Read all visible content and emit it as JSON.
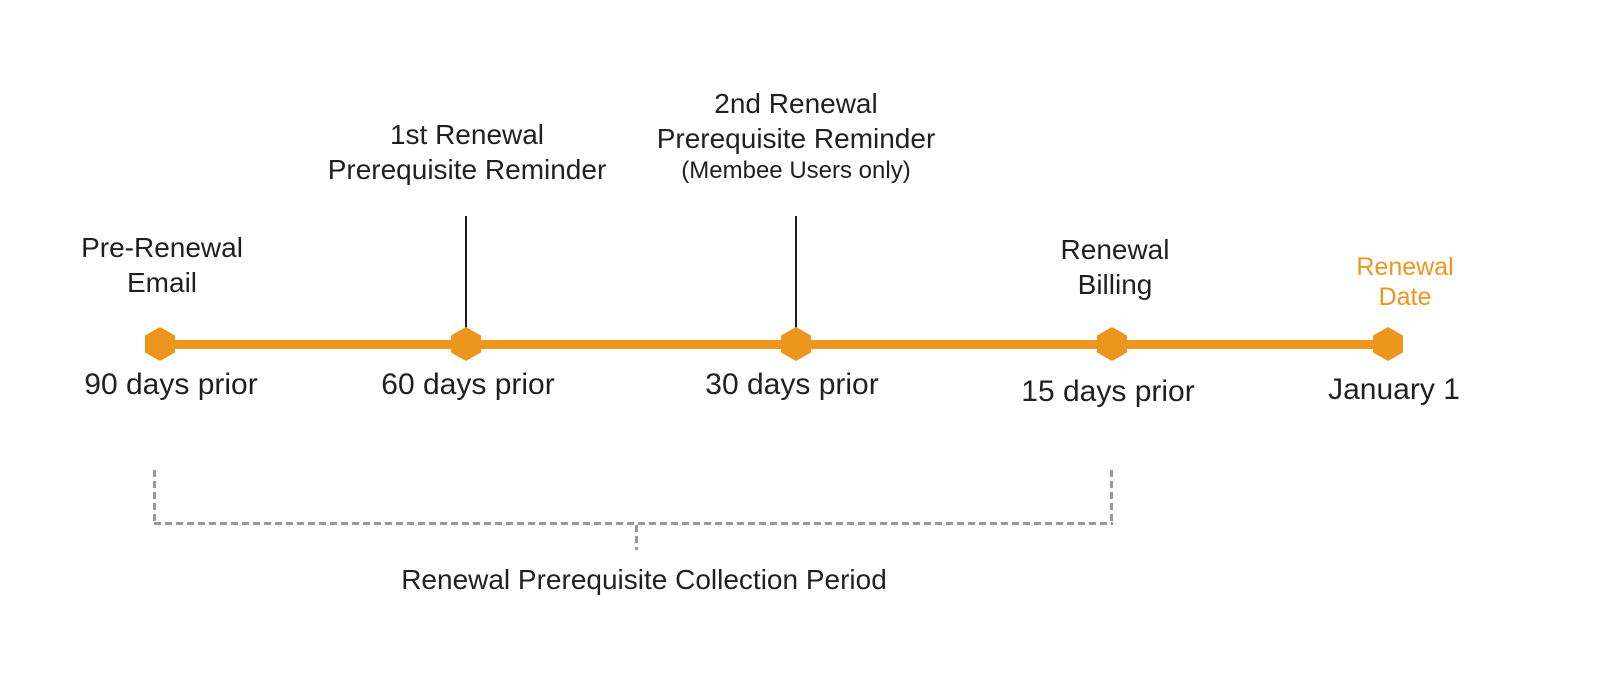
{
  "colors": {
    "accent": "#ED961E",
    "text": "#231F20",
    "bracket": "#999999"
  },
  "timeline": {
    "milestones": [
      {
        "name": "pre-renewal-email",
        "label_line1": "Pre-Renewal",
        "label_line2": "Email",
        "time": "90 days prior"
      },
      {
        "name": "first-renewal-prerequisite-reminder",
        "label_line1": "1st Renewal",
        "label_line2": "Prerequisite Reminder",
        "time": "60 days prior"
      },
      {
        "name": "second-renewal-prerequisite-reminder",
        "label_line1": "2nd Renewal",
        "label_line2": "Prerequisite Reminder",
        "sub_label": "(Membee Users only)",
        "time": "30 days prior"
      },
      {
        "name": "renewal-billing",
        "label_line1": "Renewal",
        "label_line2": "Billing",
        "time": "15 days prior"
      },
      {
        "name": "renewal-date",
        "label_line1": "Renewal",
        "label_line2": "Date",
        "time": "January 1"
      }
    ],
    "bracket_label": "Renewal Prerequisite Collection Period"
  }
}
